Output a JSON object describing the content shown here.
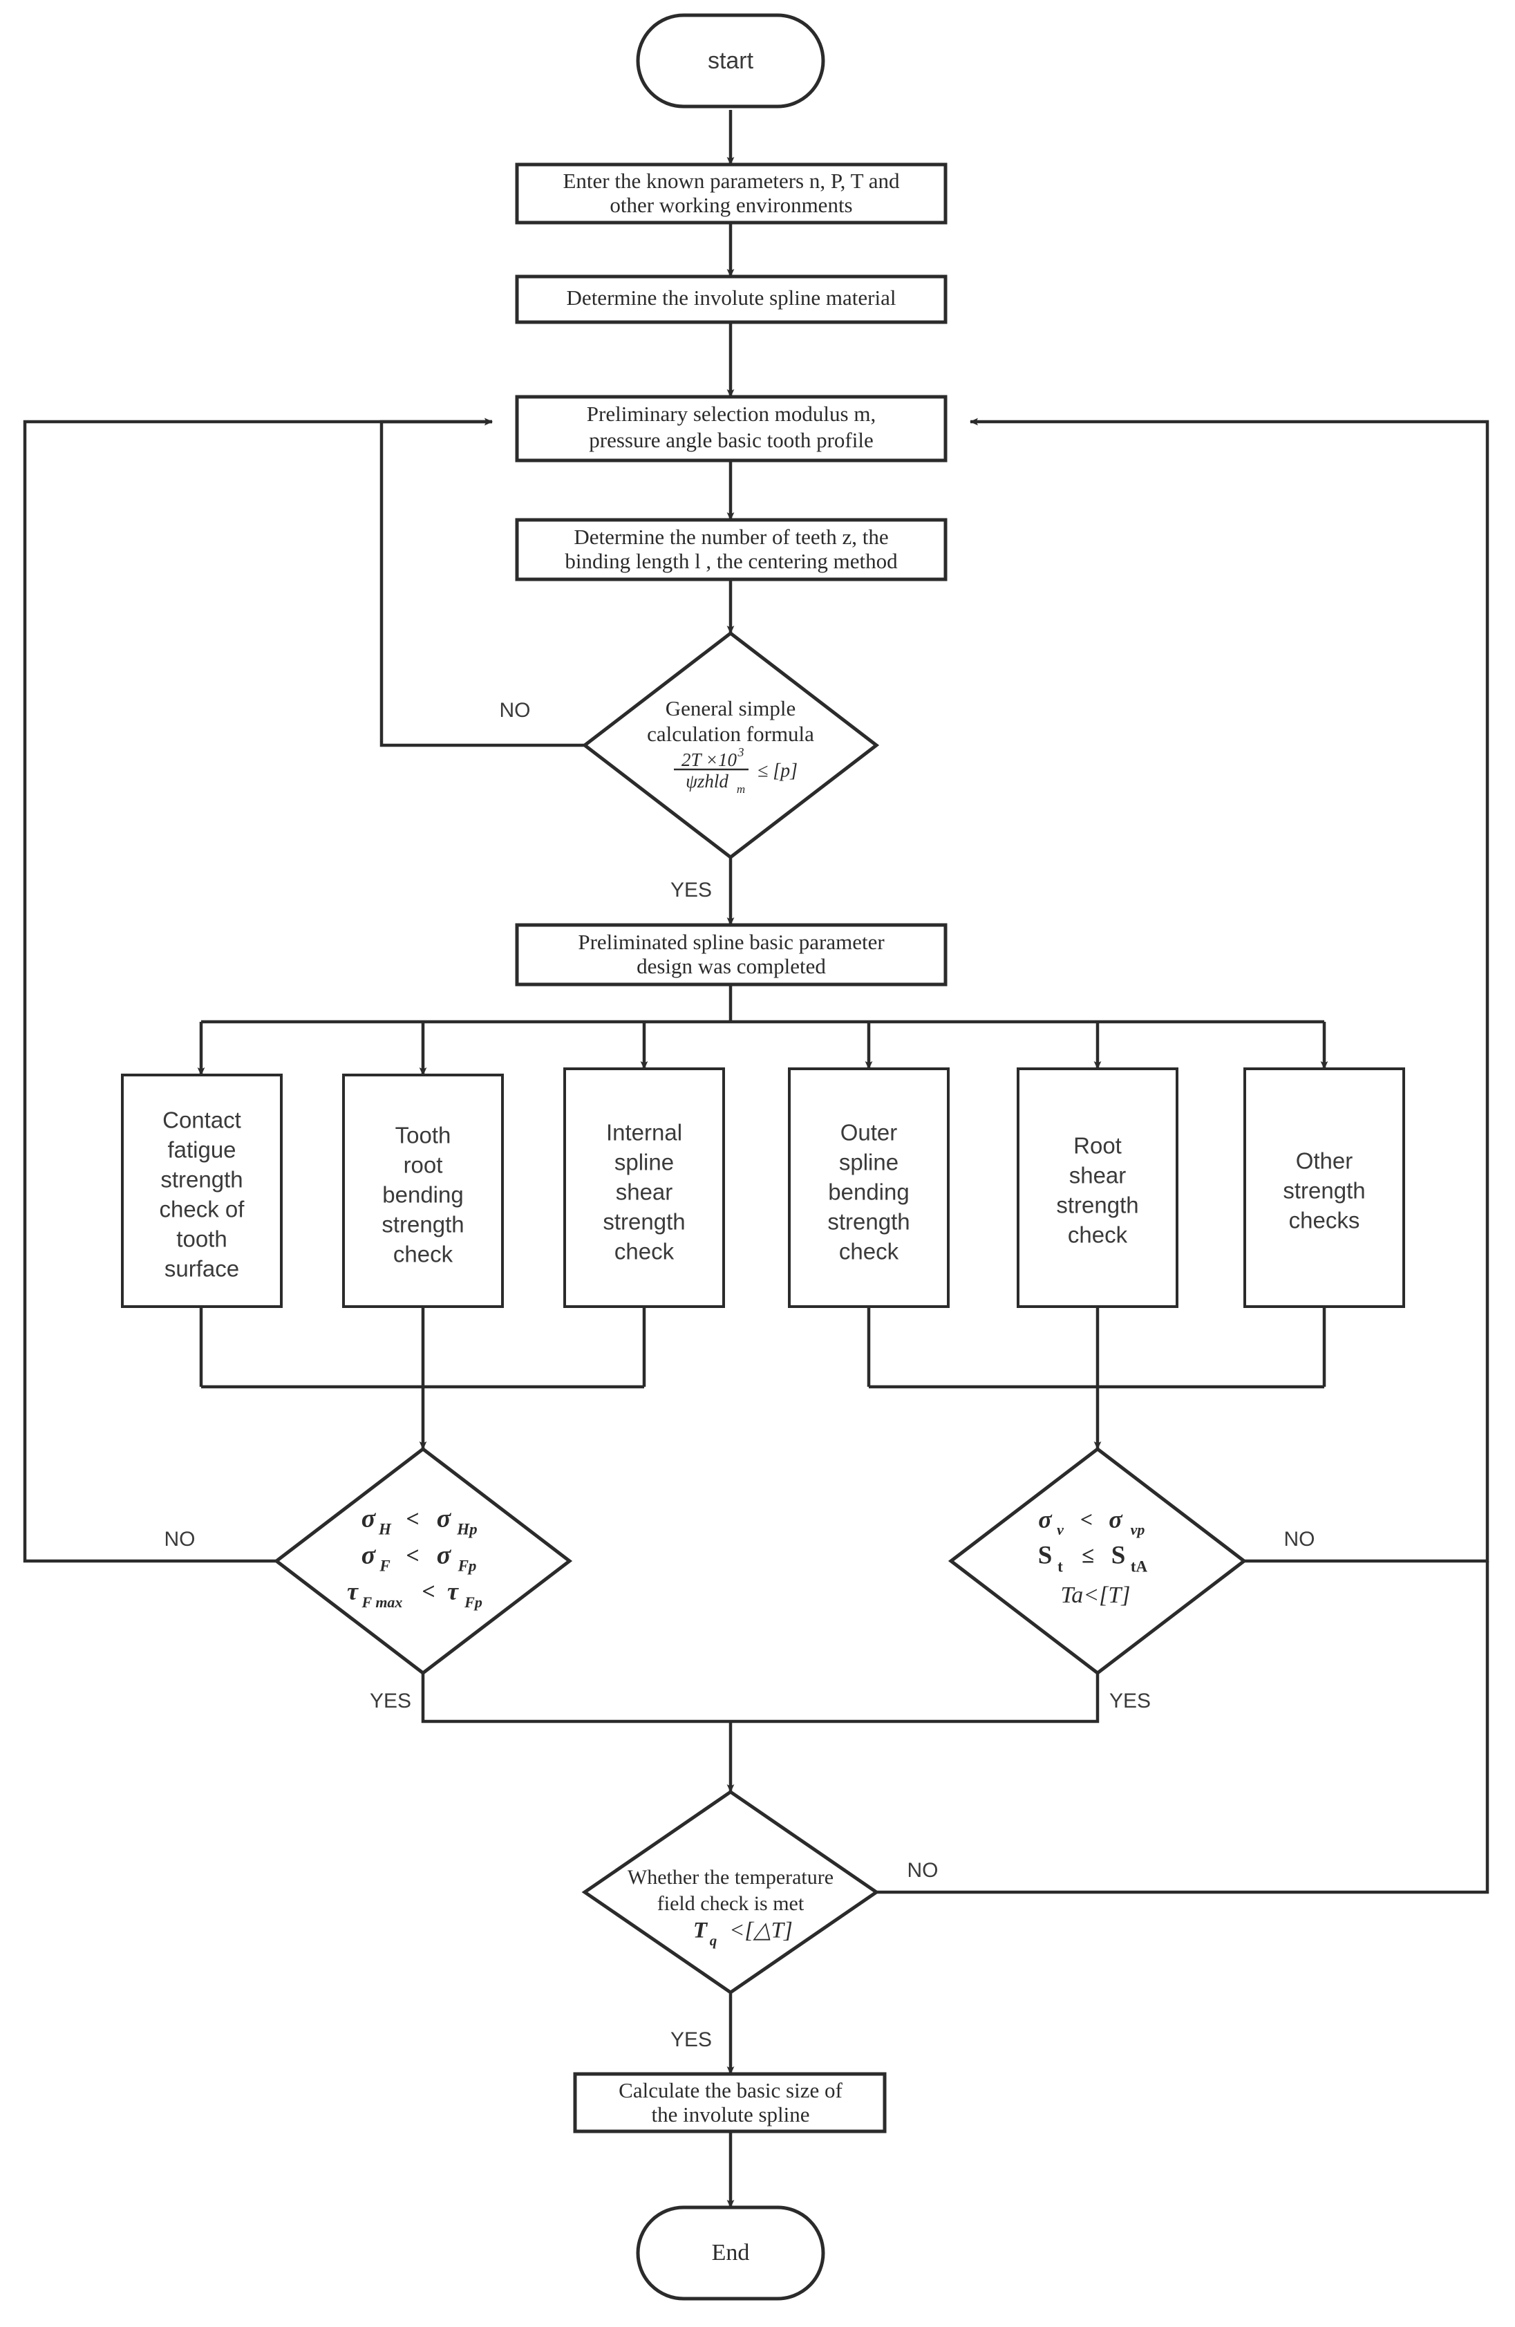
{
  "diagram": {
    "title": "Involute spline design flowchart",
    "colors": {
      "stroke": "#2b2b2b",
      "fill": "#ffffff",
      "text": "#3a3a3a"
    }
  },
  "nodes": {
    "start": {
      "label": "start",
      "type": "terminator"
    },
    "enter_params": {
      "line1": "Enter the known parameters n, P, T and",
      "line2": "other working environments",
      "type": "process"
    },
    "determine_material": {
      "line1": "Determine the involute spline material",
      "type": "process"
    },
    "preliminary_selection": {
      "line1": "Preliminary selection modulus m,",
      "line2": "pressure angle basic tooth profile",
      "type": "process"
    },
    "determine_teeth": {
      "line1": "Determine the number of teeth z, the",
      "line2": "binding length l , the centering method",
      "type": "process"
    },
    "general_formula": {
      "line1": "General simple",
      "line2": "calculation formula",
      "formula_numerator": "2T ×10",
      "formula_numerator_exp": "3",
      "formula_denominator": "ψzhld",
      "formula_denominator_sub": "m",
      "formula_relation": "≤ [p]",
      "type": "decision"
    },
    "prelim_done": {
      "line1": "Preliminated spline basic parameter",
      "line2": "design was completed",
      "type": "process"
    },
    "check_contact_fatigue": {
      "lines": [
        "Contact",
        "fatigue",
        "strength",
        "check of",
        "tooth",
        "surface"
      ],
      "type": "process"
    },
    "check_tooth_root_bending": {
      "lines": [
        "Tooth",
        "root",
        "bending",
        "strength",
        "check"
      ],
      "type": "process"
    },
    "check_internal_spline_shear": {
      "lines": [
        "Internal",
        "spline",
        "shear",
        "strength",
        "check"
      ],
      "type": "process"
    },
    "check_outer_spline_bending": {
      "lines": [
        "Outer",
        "spline",
        "bending",
        "strength",
        "check"
      ],
      "type": "process"
    },
    "check_root_shear": {
      "lines": [
        "Root",
        "shear",
        "strength",
        "check"
      ],
      "type": "process"
    },
    "check_other_strength": {
      "lines": [
        "Other",
        "strength",
        "checks"
      ],
      "type": "process"
    },
    "decision_left": {
      "row1": {
        "lhs": "σ",
        "lhs_sub": "H",
        "op": "<",
        "rhs": "σ",
        "rhs_sub": "Hp"
      },
      "row2": {
        "lhs": "σ",
        "lhs_sub": "F",
        "op": "<",
        "rhs": "σ",
        "rhs_sub": "Fp"
      },
      "row3": {
        "lhs": "τ",
        "lhs_sub": "F max",
        "op": "<",
        "rhs": "τ",
        "rhs_sub": "Fp"
      },
      "type": "decision"
    },
    "decision_right": {
      "row1": {
        "lhs": "σ",
        "lhs_sub": "v",
        "op": "<",
        "rhs": "σ",
        "rhs_sub": "vp"
      },
      "row2": {
        "lhs": "S",
        "lhs_sub": "t",
        "op": "≤",
        "rhs": "S",
        "rhs_sub": "tA"
      },
      "row3": {
        "text": "Ta<[T]"
      },
      "type": "decision"
    },
    "decision_temperature": {
      "line1": "Whether the temperature",
      "line2": "field check is met",
      "formula_lhs": "T",
      "formula_lhs_sub": "q",
      "formula_rhs": "<[△T]",
      "type": "decision"
    },
    "calculate_size": {
      "line1": "Calculate the basic size of",
      "line2": "the involute spline",
      "type": "process"
    },
    "end": {
      "label": "End",
      "type": "terminator"
    }
  },
  "edge_labels": {
    "general_formula_no": "NO",
    "general_formula_yes": "YES",
    "decision_left_no": "NO",
    "decision_left_yes": "YES",
    "decision_right_no": "NO",
    "decision_right_yes": "YES",
    "temperature_no": "NO",
    "temperature_yes": "YES"
  }
}
